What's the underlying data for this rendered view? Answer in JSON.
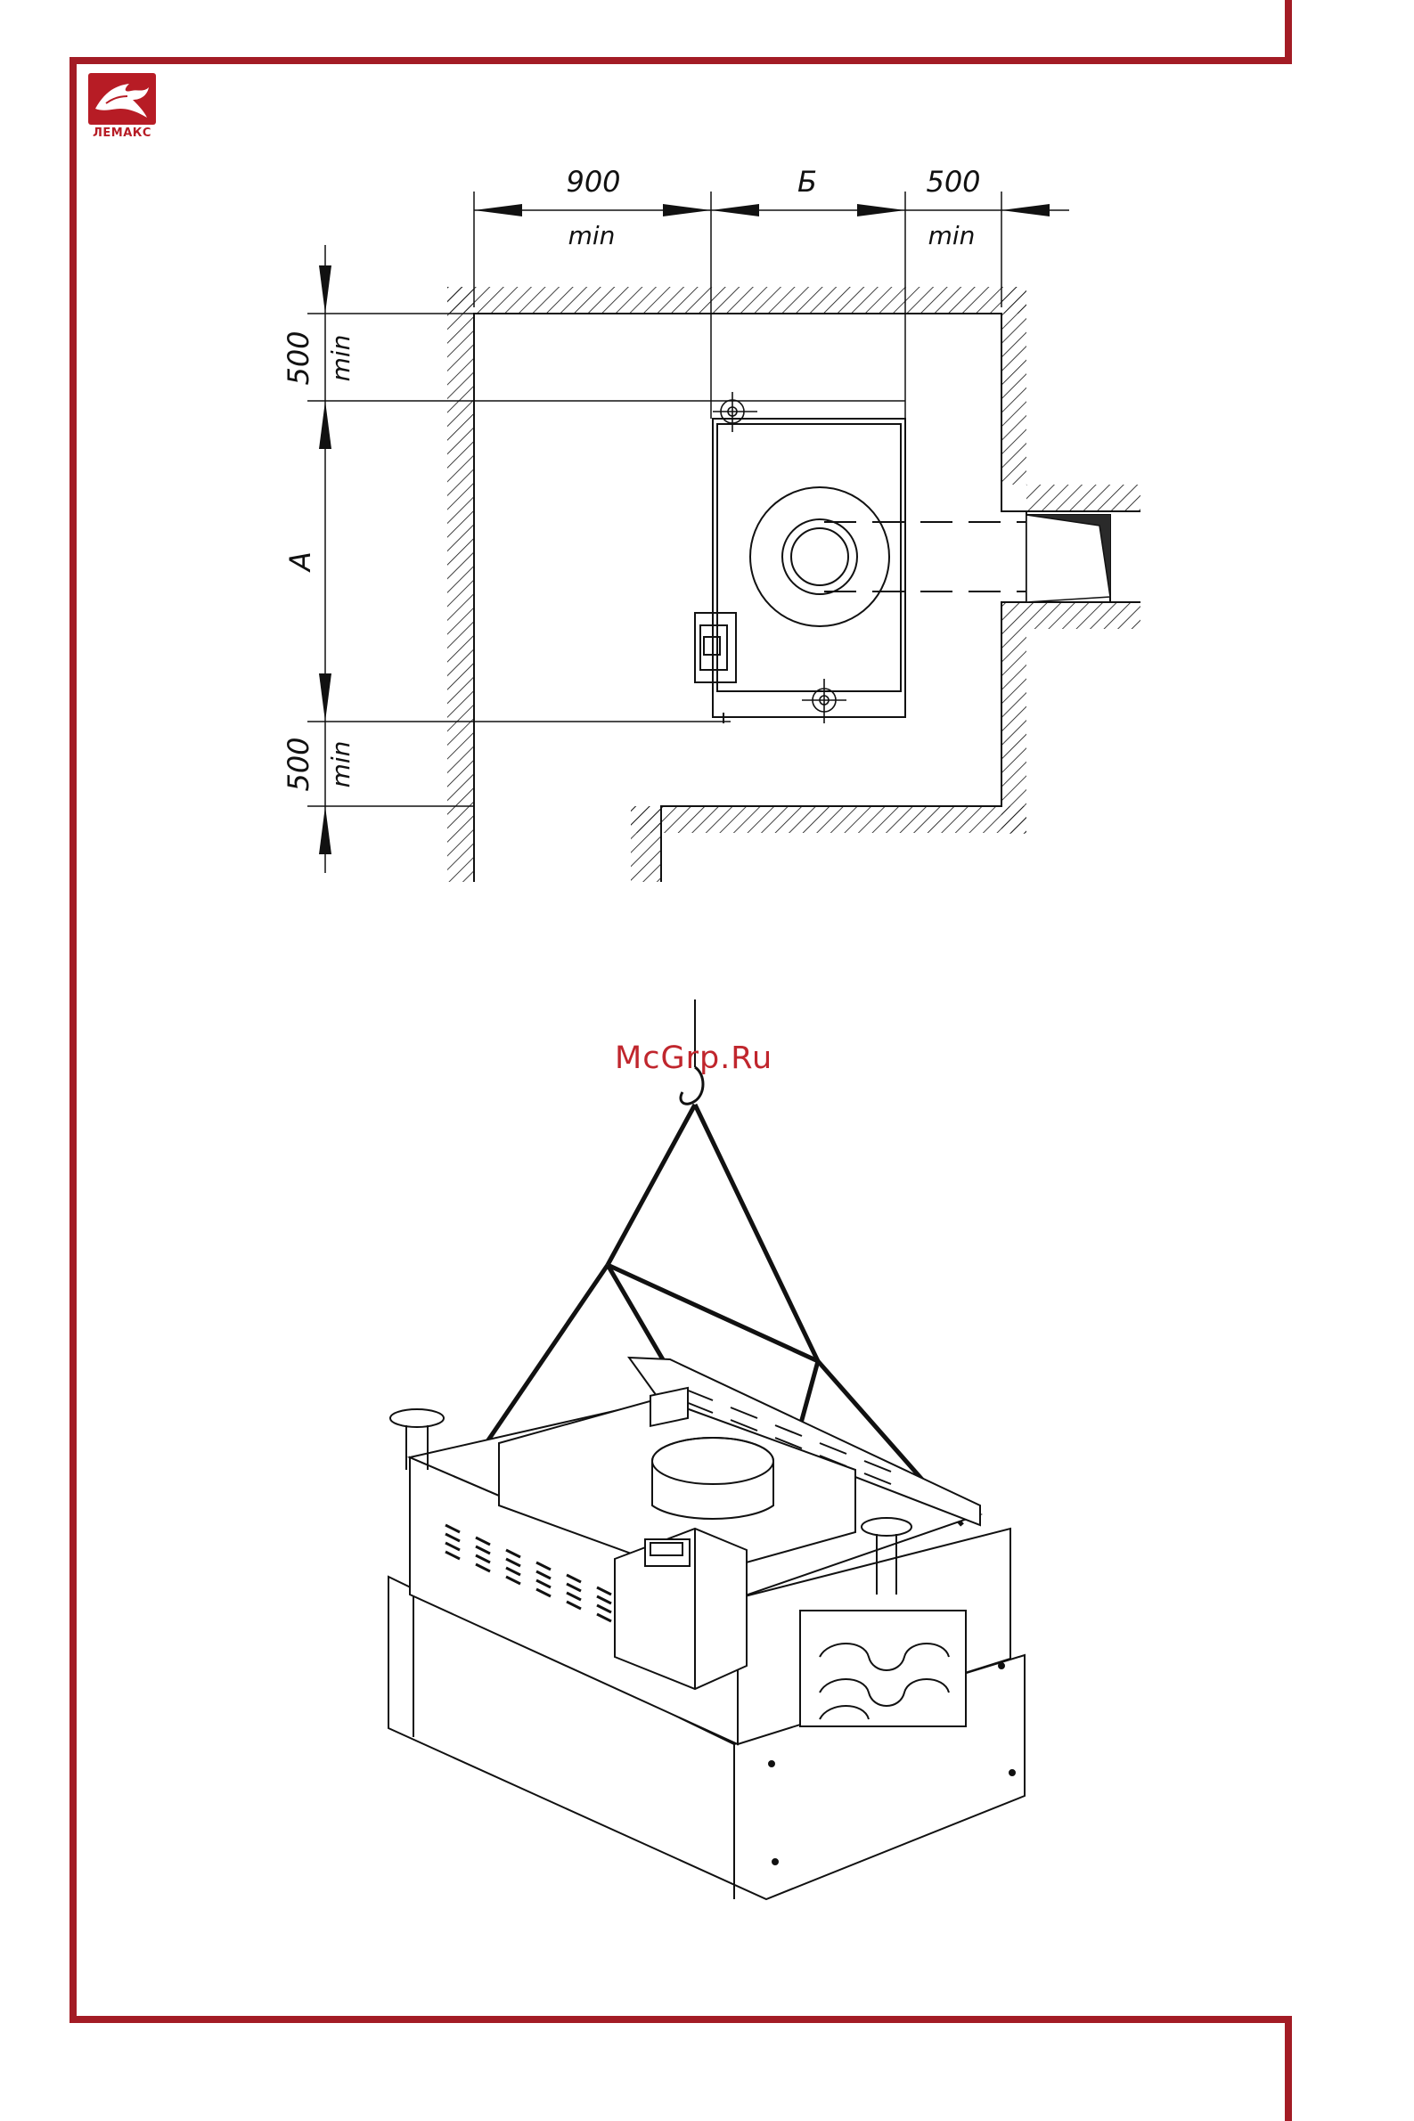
{
  "logo": {
    "brand": "ЛЕМАКС",
    "icon": "bird-logo-icon",
    "color": "#b71c25"
  },
  "frame_color": "#a31c25",
  "plan_dimensions": {
    "top_left": "900",
    "top_left_unit": "min",
    "top_middle": "Б",
    "top_right": "500",
    "top_right_unit": "min",
    "left_top": "500",
    "left_top_unit": "min",
    "left_middle": "A",
    "left_bottom": "500",
    "left_bottom_unit": "min"
  },
  "watermark": "McGrp.Ru"
}
